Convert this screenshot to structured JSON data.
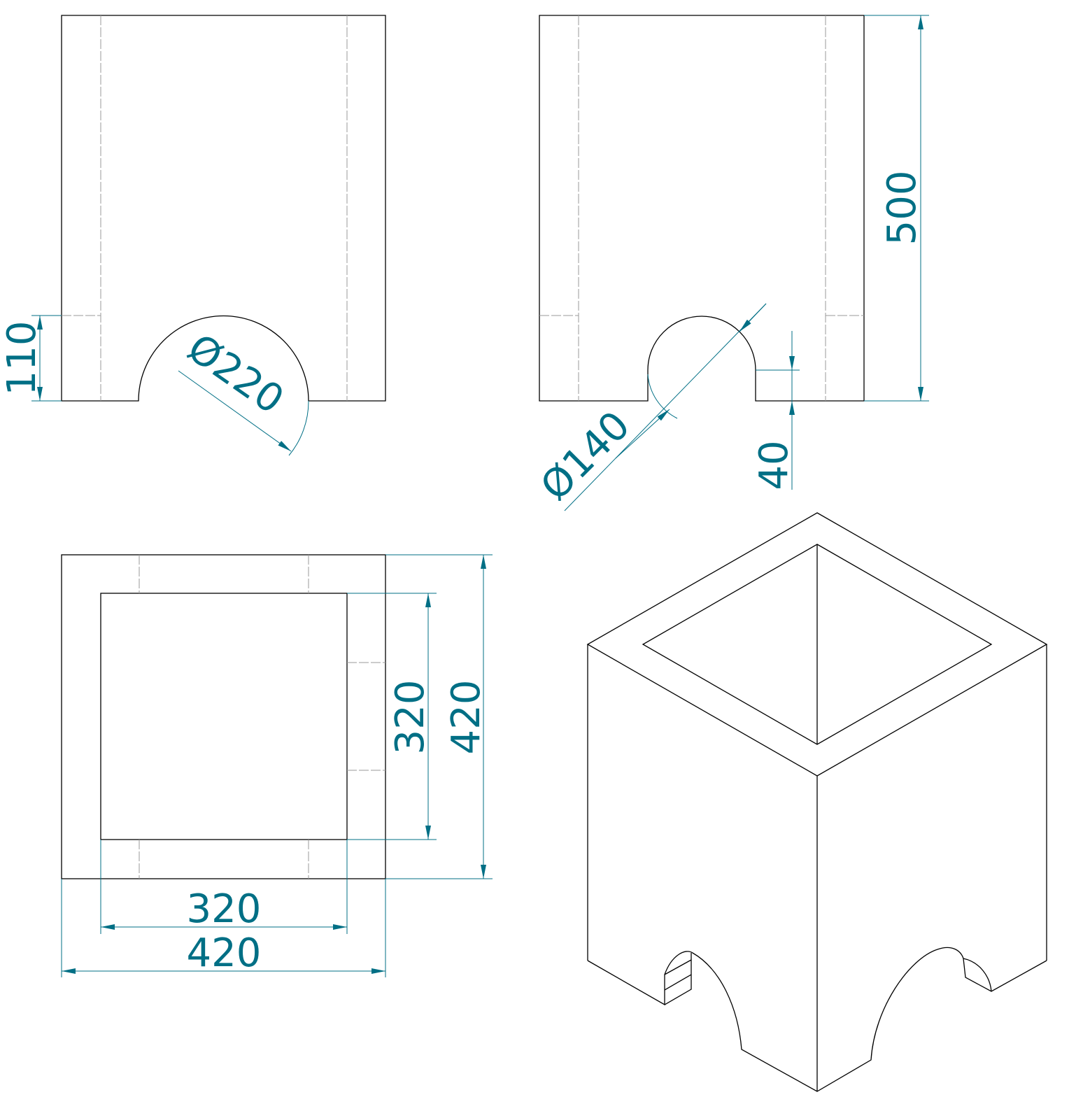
{
  "views": {
    "front": {
      "dim_height": "110",
      "dim_arc_diameter": "Ø220"
    },
    "side": {
      "dim_total_height": "500",
      "dim_arc_diameter": "Ø140",
      "dim_slot_height": "40"
    },
    "top": {
      "dim_inner_height": "320",
      "dim_outer_height": "420",
      "dim_inner_width": "320",
      "dim_outer_width": "420"
    }
  },
  "colors": {
    "dimension": "#006f85",
    "outline": "#000000",
    "hidden": "#9a9a9a"
  }
}
